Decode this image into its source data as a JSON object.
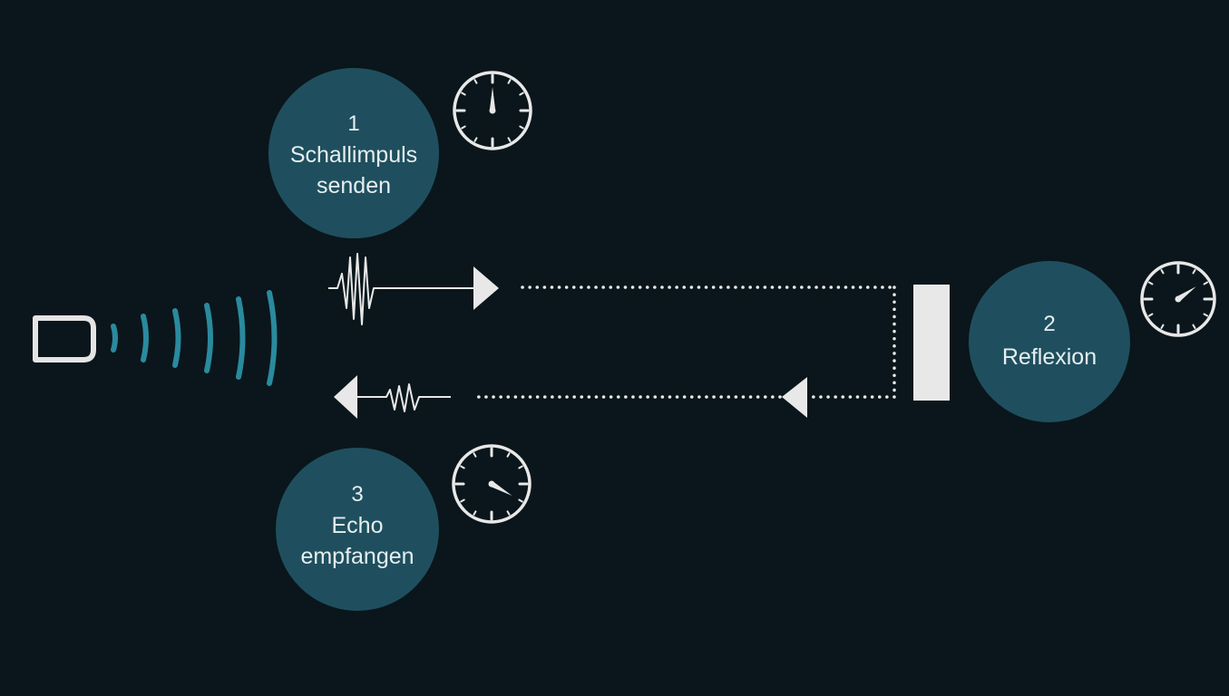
{
  "steps": [
    {
      "number": "1",
      "label_lines": [
        "Schallimpuls",
        "senden"
      ],
      "timer": "start"
    },
    {
      "number": "2",
      "label_lines": [
        "Reflexion"
      ],
      "timer": "mid"
    },
    {
      "number": "3",
      "label_lines": [
        "Echo",
        "empfangen"
      ],
      "timer": "end"
    }
  ],
  "colors": {
    "background": "#0a161b",
    "step_circle": "#1f4f5e",
    "sound_waves": "#2a8a9e",
    "line": "#e8e8e8"
  },
  "icons": [
    "sensor-icon",
    "sound-wave-icon",
    "stopwatch-icon",
    "pulse-icon",
    "echo-pulse-icon",
    "reflector-icon"
  ]
}
